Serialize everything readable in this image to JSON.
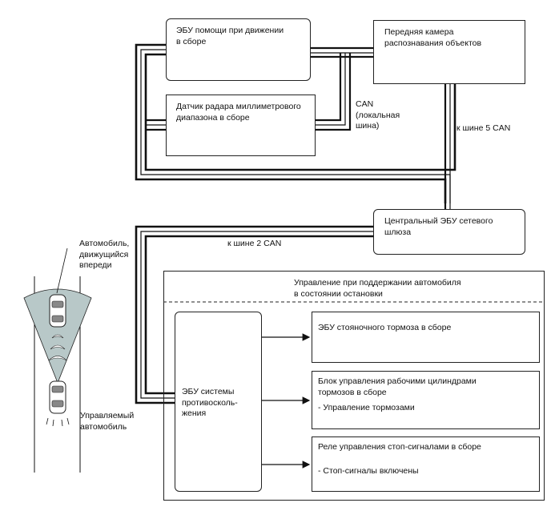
{
  "ecu_assist": "ЭБУ помощи при движении\nв сборе",
  "camera": "Передняя камера\nраспознавания объектов",
  "radar": "Датчик радара миллиметрового\nдиапазона в сборе",
  "can_local": "CAN\n(локальная\nшина)",
  "bus5": "к шине 5 CAN",
  "gateway": "Центральный ЭБУ сетевого\nшлюза",
  "bus2": "к шине 2 CAN",
  "hold_control": "Управление при поддержании автомобиля\nв состоянии остановки",
  "collision_ecu": "ЭБУ системы\nпротивосколь-\nжения",
  "parking_brake": "ЭБУ стояночного тормоза в сборе",
  "brake_actuator": "Блок управления рабочими цилиндрами\nтормозов в сборе",
  "brake_control": "- Управление тормозами",
  "stop_relay": "Реле управления стоп-сигналами в сборе",
  "stop_on": "- Стоп-сигналы включены",
  "vehicle_ahead": "Автомобиль,\nдвижущийся\nвпереди",
  "own_vehicle": "Управляемый\nавтомобиль"
}
